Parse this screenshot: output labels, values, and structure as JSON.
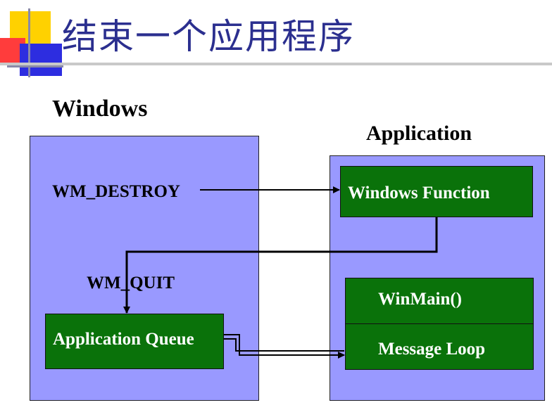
{
  "slide": {
    "title": "结束一个应用程序"
  },
  "diagram": {
    "windows_heading": "Windows",
    "application_heading": "Application",
    "msg_destroy": "WM_DESTROY",
    "msg_quit": "WM_QUIT",
    "app_queue": "Application Queue",
    "windows_function": "Windows Function",
    "winmain": "WinMain()",
    "message_loop": "Message Loop"
  },
  "colors": {
    "title": "#2b2f8f",
    "panel": "#9999ff",
    "box": "#0a720a",
    "box_text": "#ffffff",
    "arrow": "#000000"
  }
}
